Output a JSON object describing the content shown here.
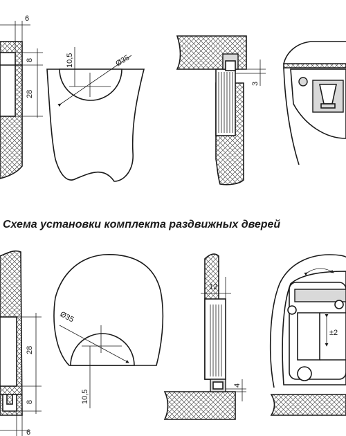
{
  "title": "Схема установки комплекта раздвижных дверей",
  "top": {
    "dim_width": "6",
    "dim_small": "8",
    "dim_height": "28",
    "dim_offset": "10,5",
    "dim_diameter": "Ø35",
    "dim_gap": "3"
  },
  "bottom": {
    "dim_width": "6",
    "dim_small": "8",
    "dim_height": "28",
    "dim_offset": "10,5",
    "dim_diameter": "Ø35",
    "dim_track": "12",
    "dim_gap": "4",
    "dim_adjust": "±2"
  }
}
